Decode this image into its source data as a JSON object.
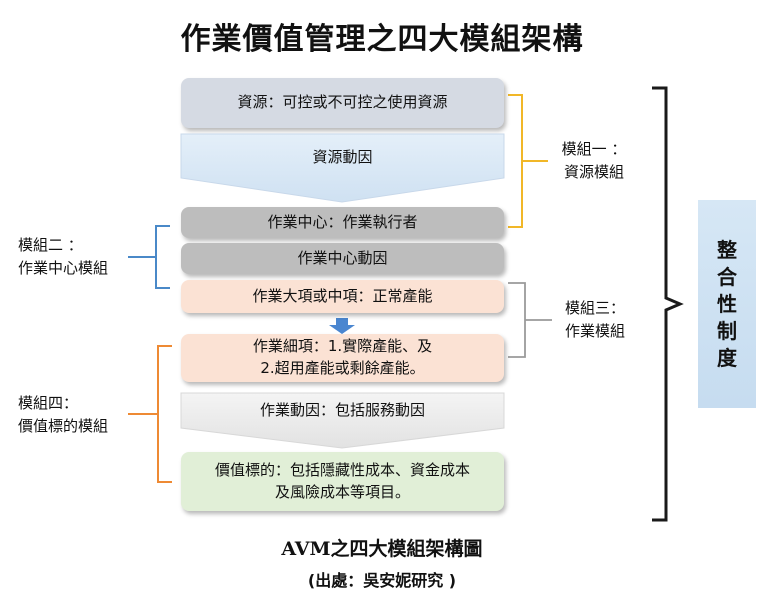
{
  "title": "作業價值管理之四大模組架構",
  "boxes": {
    "resources": "資源：可控或不可控之使用資源",
    "resource_driver": "資源動因",
    "activity_center": "作業中心：作業執行者",
    "activity_center_driver": "作業中心動因",
    "major_activity": "作業大項或中項：正常產能",
    "activity_detail_line1": "作業細項：1.實際產能、及",
    "activity_detail_line2": "2.超用產能或剩餘產能。",
    "activity_driver": "作業動因：包括服務動因",
    "cost_object_line1": "價值標的：包括隱藏性成本、資金成本",
    "cost_object_line2": "及風險成本等項目。"
  },
  "modules": {
    "m1_line1": "模組一 ：",
    "m1_line2": "資源模組",
    "m2_line1": "模組二 ：",
    "m2_line2": "作業中心模組",
    "m3_line1": "模組三：",
    "m3_line2": "作業模組",
    "m4_line1": "模組四：",
    "m4_line2": "價值標的模組"
  },
  "integrated_system": "整合性制度",
  "caption_main": "AVM之四大模組架構圖",
  "caption_source": "(出處：吳安妮研究 )",
  "colors": {
    "resources_fill": "#d5dae3",
    "resource_driver_fill": "#dbe9f6",
    "activity_center_fill": "#bdbdbd",
    "major_activity_fill": "#fbe2d4",
    "activity_driver_fill": "#ececec",
    "cost_object_fill": "#e1efd7",
    "bracket_yellow": "#f1b728",
    "bracket_blue": "#4a89c8",
    "bracket_gray": "#9a9a9a",
    "bracket_orange": "#ee8a34",
    "arrow_blue": "#4a86d0"
  }
}
